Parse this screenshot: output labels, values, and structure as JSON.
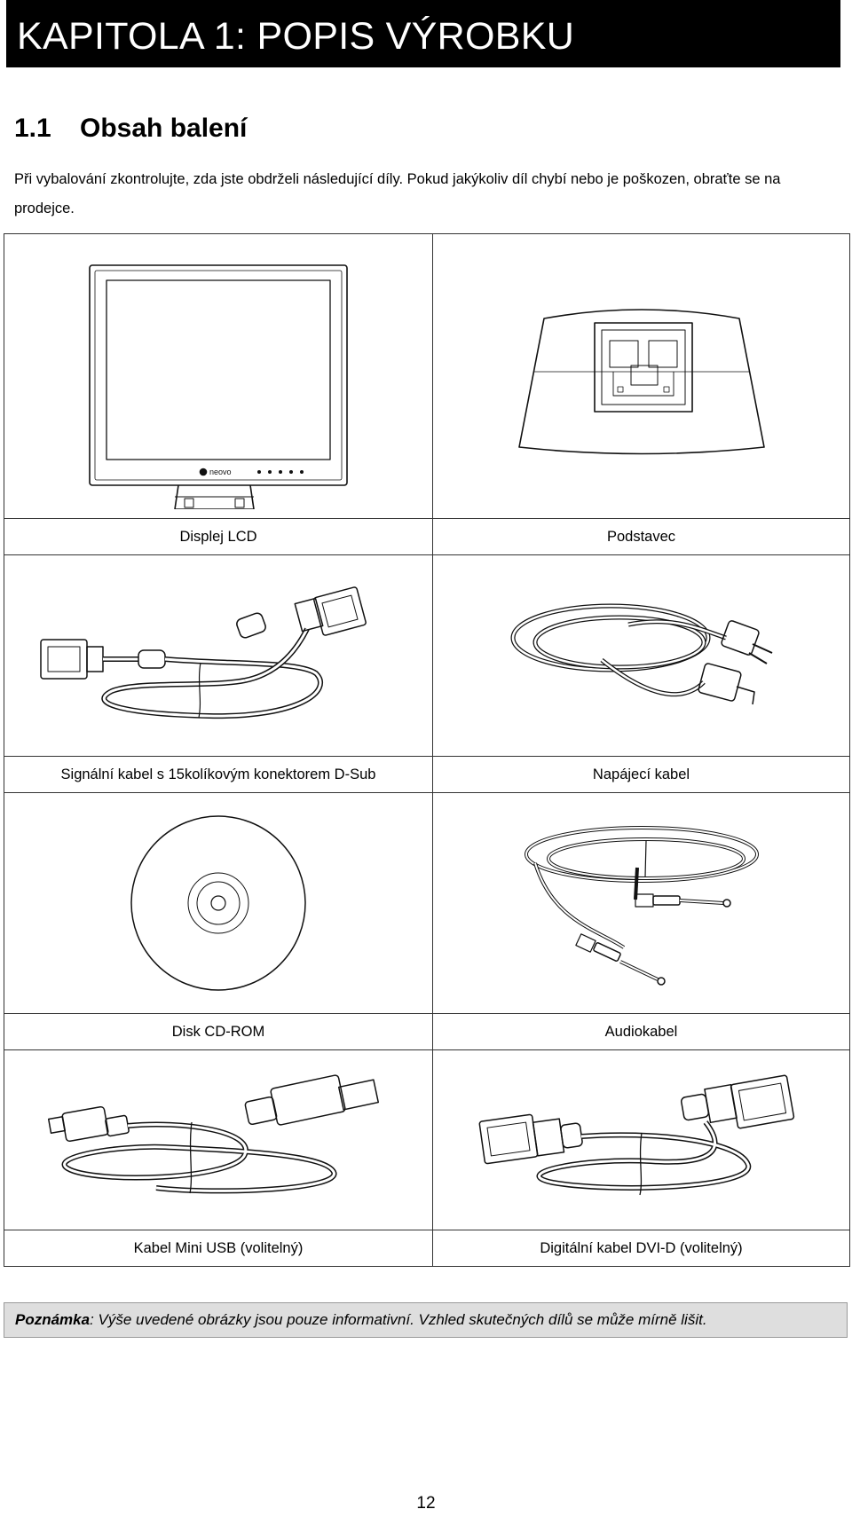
{
  "chapter": {
    "title": "KAPITOLA 1: POPIS VÝROBKU"
  },
  "section": {
    "number": "1.1",
    "title": "Obsah balení"
  },
  "intro": "Při vybalování zkontrolujte, zda jste obdrželi následující díly. Pokud jakýkoliv díl chybí nebo je poškozen, obraťte se na prodejce.",
  "items": [
    {
      "label": "Displej LCD",
      "icon": "lcd-display-icon",
      "brand": "neovo"
    },
    {
      "label": "Podstavec",
      "icon": "stand-icon"
    },
    {
      "label": "Signální kabel s 15kolíkovým konektorem D-Sub",
      "icon": "dsub-cable-icon"
    },
    {
      "label": "Napájecí kabel",
      "icon": "power-cable-icon"
    },
    {
      "label": "Disk CD-ROM",
      "icon": "cd-rom-icon"
    },
    {
      "label": "Audiokabel",
      "icon": "audio-cable-icon"
    },
    {
      "label": "Kabel Mini USB (volitelný)",
      "icon": "usb-cable-icon"
    },
    {
      "label": "Digitální kabel DVI-D (volitelný)",
      "icon": "dvi-cable-icon"
    }
  ],
  "note": {
    "label": "Poznámka",
    "text": ": Výše uvedené obrázky jsou pouze informativní. Vzhled skutečných dílů se může mírně lišit."
  },
  "page_number": "12"
}
